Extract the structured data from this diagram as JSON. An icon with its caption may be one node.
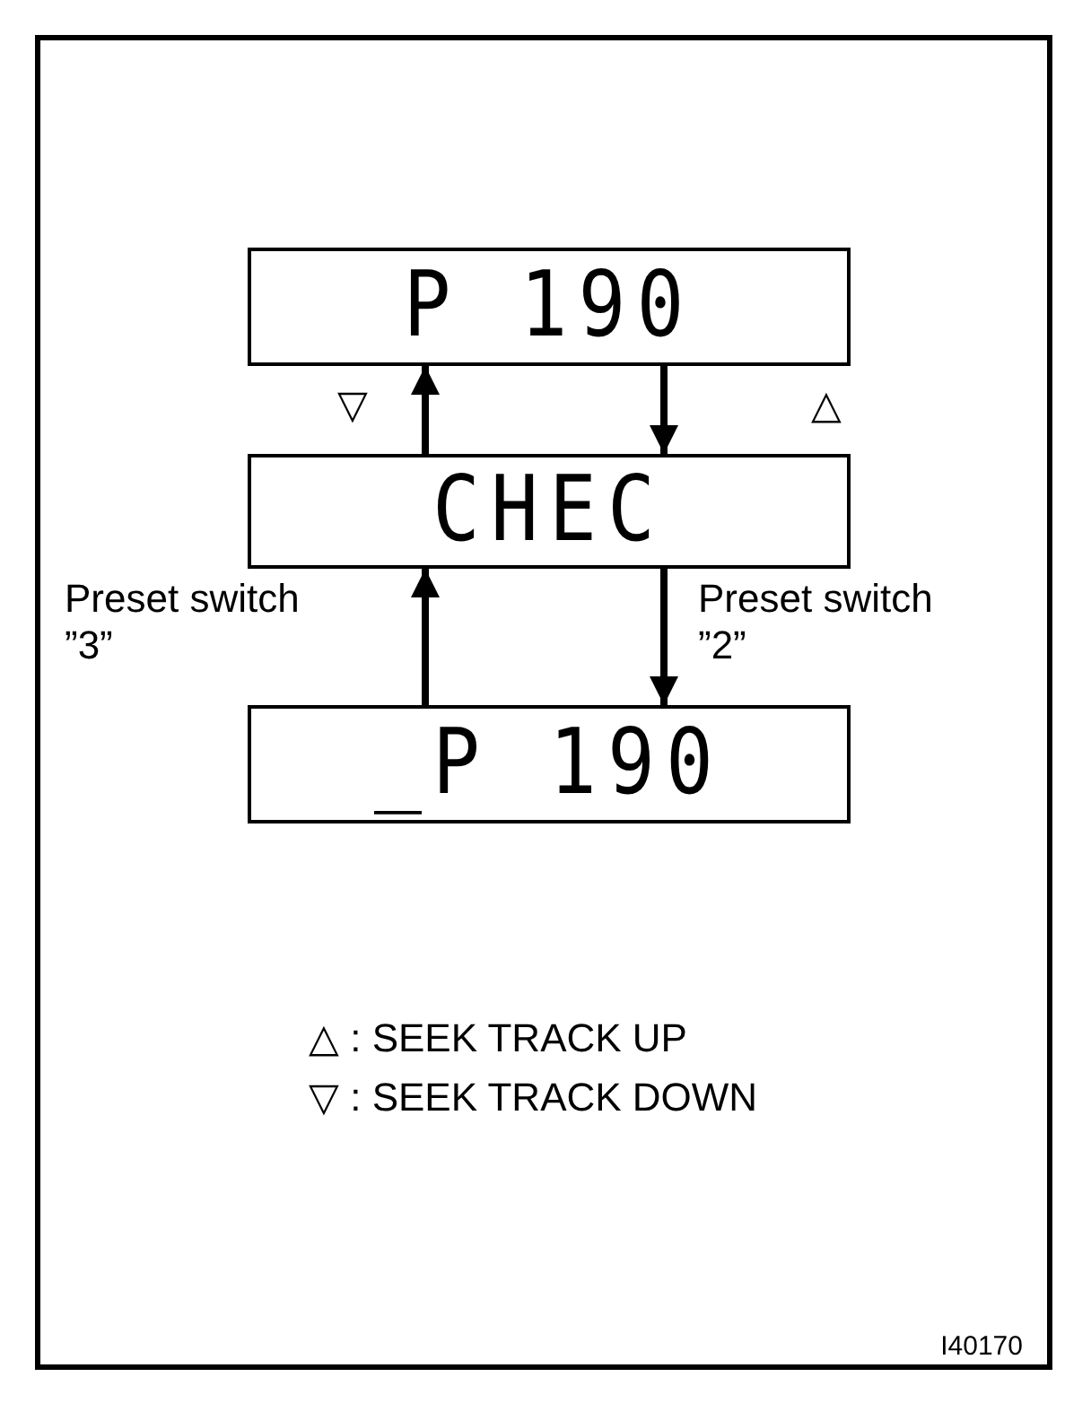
{
  "diagram": {
    "nodes": [
      {
        "text": [
          "P 190"
        ]
      },
      {
        "text": [
          "CHEC"
        ]
      },
      {
        "text": [
          "_P 190"
        ]
      }
    ],
    "edges": [
      {
        "from": 1,
        "to": 0,
        "arrow": "to",
        "label": "▽"
      },
      {
        "from": 0,
        "to": 1,
        "arrow": "to",
        "label": "△"
      },
      {
        "from": 2,
        "to": 1,
        "arrow": "to",
        "label": "Preset switch ”3”"
      },
      {
        "from": 1,
        "to": 2,
        "arrow": "to",
        "label": "Preset switch ”2”"
      }
    ],
    "labels": [
      "I40170"
    ],
    "legend": [
      {
        "text": "△ : SEEK TRACK UP"
      },
      {
        "text": "▽ : SEEK TRACK DOWN"
      }
    ]
  }
}
